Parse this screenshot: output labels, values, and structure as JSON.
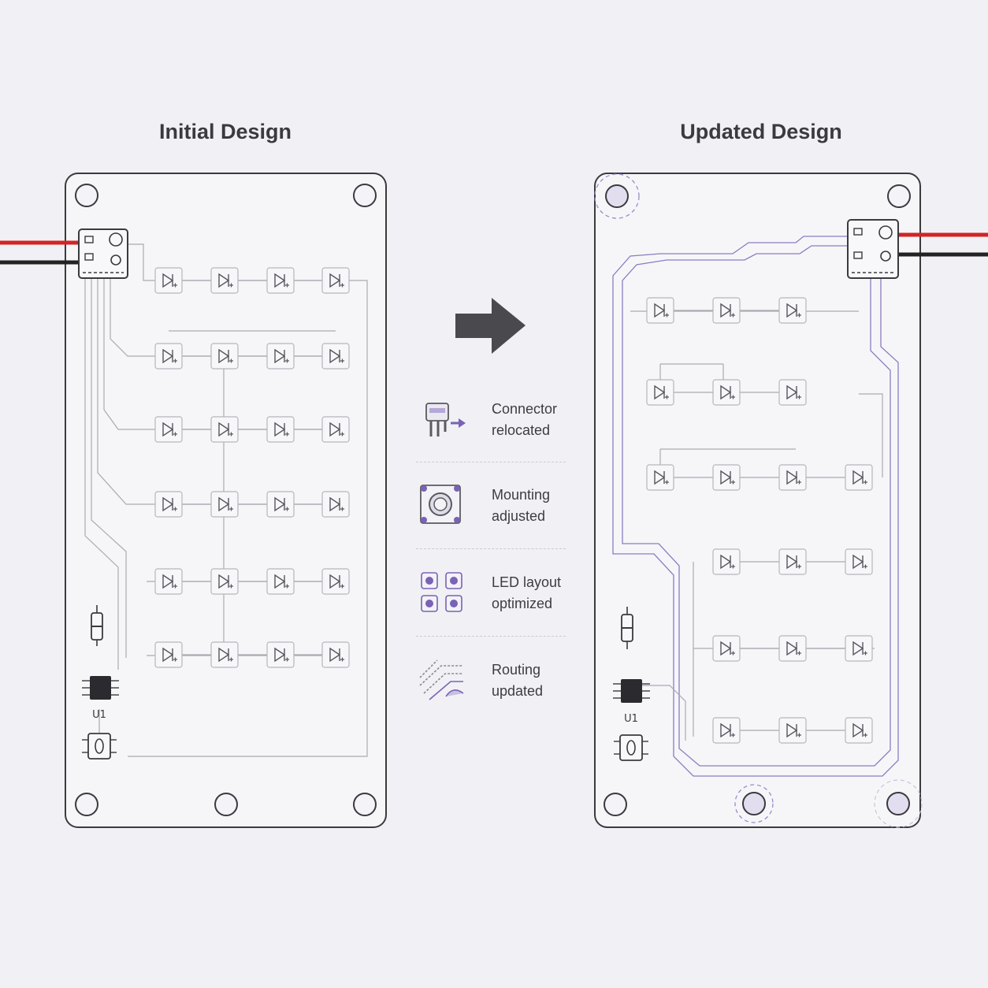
{
  "titles": {
    "initial": "Initial Design",
    "updated": "Updated Design"
  },
  "legend": [
    {
      "icon": "connector-icon",
      "line1": "Connector",
      "line2": "relocated"
    },
    {
      "icon": "mounting-hole-icon",
      "line1": "Mounting",
      "line2": "adjusted"
    },
    {
      "icon": "led-grid-icon",
      "line1": "LED layout",
      "line2": "optimized"
    },
    {
      "icon": "routing-icon",
      "line1": "Routing",
      "line2": "updated"
    }
  ],
  "boards": {
    "initial": {
      "ic_label": "U1",
      "led_rows": [
        4,
        4,
        4,
        4,
        4,
        4
      ]
    },
    "updated": {
      "ic_label": "U1",
      "led_rows": [
        3,
        3,
        4,
        3,
        3,
        3
      ]
    }
  },
  "colors": {
    "accent": "#7a62b5",
    "wire_red": "#d32424",
    "wire_black": "#222222",
    "arrow": "#4a4a4e"
  }
}
